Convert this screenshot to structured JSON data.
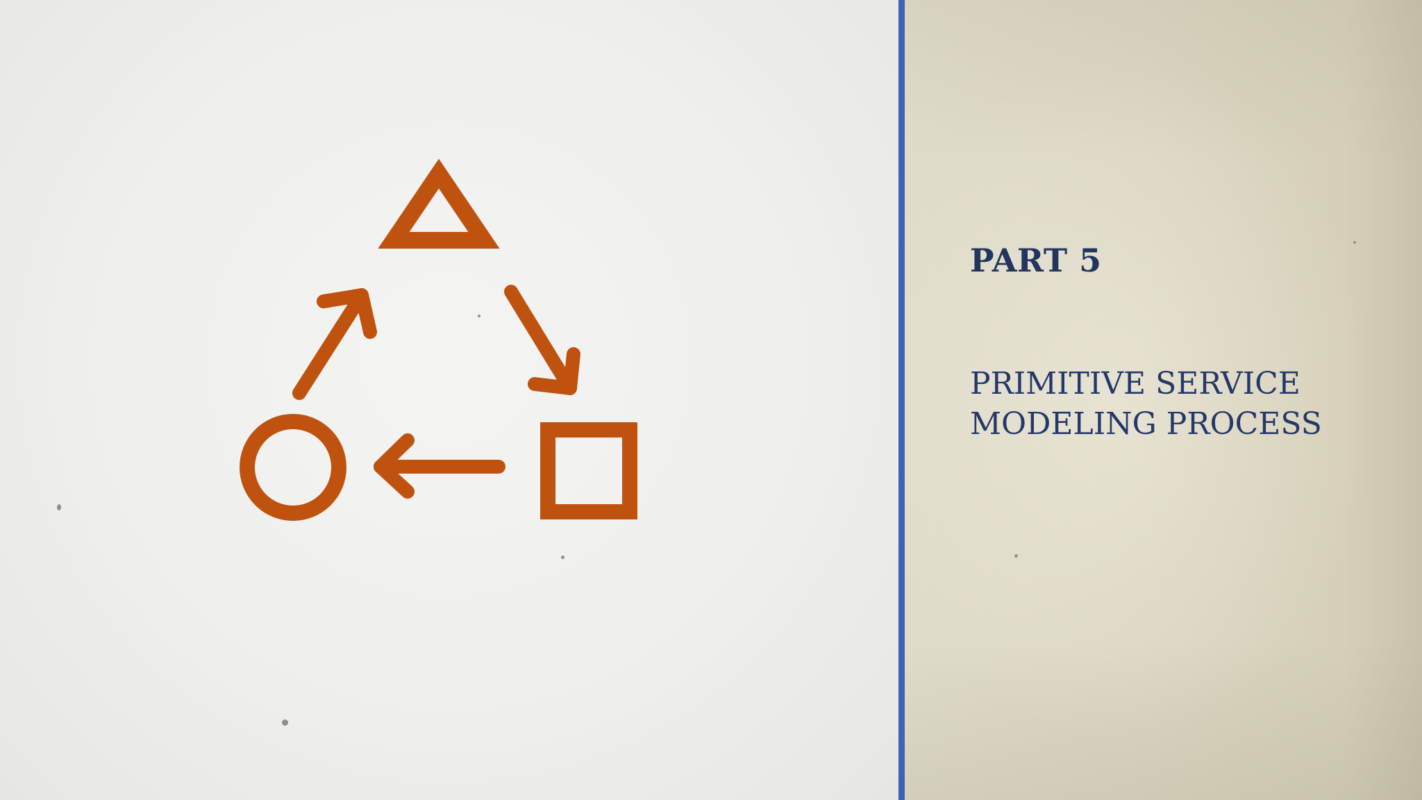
{
  "slide": {
    "part_label": "PART 5",
    "title_lines": [
      "PRIMITIVE SERVICE",
      "MODELING PROCESS"
    ]
  },
  "graphic": {
    "icon": "cycle-triangle-square-circle-icon",
    "accent_color": "#c0520f"
  },
  "colors": {
    "divider": "#3f63b4",
    "heading": "#22355f"
  }
}
